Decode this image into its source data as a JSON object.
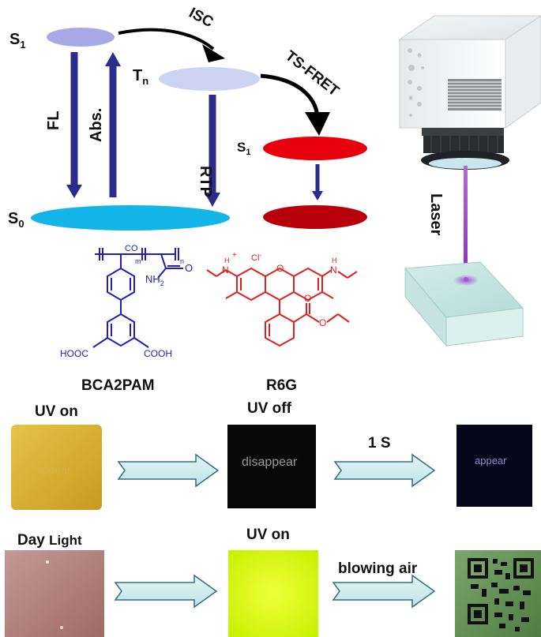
{
  "energy_diagram": {
    "s1_label": "S",
    "s1_sub": "1",
    "tn_label": "T",
    "tn_sub": "n",
    "s0_label": "S",
    "s0_sub": "0",
    "s1_r6g_label": "S",
    "s1_r6g_sub": "1",
    "fl": "FL",
    "abs": "Abs.",
    "isc": "ISC",
    "rtp": "RTP",
    "tsfret": "TS-FRET",
    "colors": {
      "s1": "#a8a8e6",
      "tn": "#cdd3f2",
      "s0": "#13b4e8",
      "r6g_s1": "#e8000c",
      "r6g_s0": "#b8000b",
      "arrow": "#2b2b8c"
    }
  },
  "laser_label": "Laser",
  "molecules": {
    "bca2pam": {
      "name": "BCA2PAM",
      "co": "CO",
      "m": "m",
      "n": "n",
      "nh2": "NH",
      "nh2_sub": "2",
      "o": "O",
      "hooc": "HOOC",
      "cooh": "COOH",
      "color": "#1f1fbf"
    },
    "r6g": {
      "name": "R6G",
      "plus": "+",
      "cl": "Cl",
      "cl_sup": "-",
      "n_left": "N",
      "h_left": "H",
      "n_right": "N",
      "h_right": "H",
      "o_ring": "O",
      "o_carbonyl": "O",
      "o_ester": "O",
      "color": "#e02020"
    }
  },
  "row1": {
    "uv_on": "UV on",
    "uv_off": "UV off",
    "time": "1 S",
    "disappear_text": "disappear",
    "appear_text_1": "appear",
    "appear_text_2": "appear"
  },
  "row2": {
    "day_light_1": "Day",
    "day_light_2": "Light",
    "uv_on": "UV on",
    "blowing_air": "blowing air"
  }
}
